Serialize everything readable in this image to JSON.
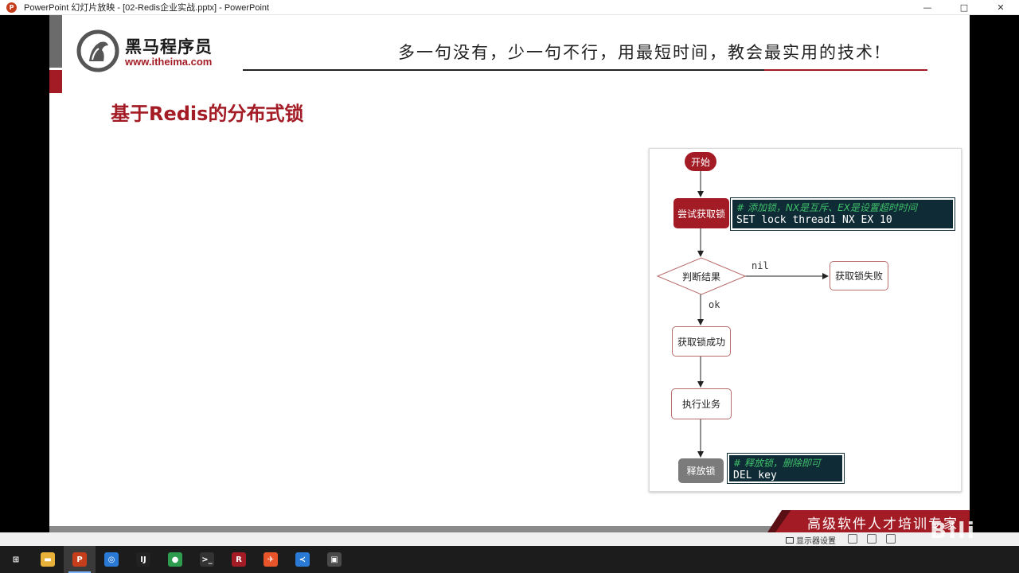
{
  "window": {
    "title": "PowerPoint 幻灯片放映 - [02-Redis企业实战.pptx] - PowerPoint",
    "app_icon_letter": "P",
    "controls": {
      "minimize": "—",
      "maximize": "□",
      "close": "✕"
    }
  },
  "header": {
    "brand_name": "黑马程序员",
    "brand_url": "www.itheima.com",
    "slogan": "多一句没有，少一句不行，用最短时间，教会最实用的技术!"
  },
  "slide": {
    "title": "基于Redis的分布式锁",
    "banner": "高级软件人才培训专家"
  },
  "flowchart": {
    "start": "开始",
    "try_lock": "尝试获取锁",
    "set_comment": "# 添加锁，NX是互斥、EX是设置超时时间",
    "set_command": "SET lock thread1 NX EX 10",
    "judge": "判断结果",
    "nil_label": "nil",
    "fail": "获取锁失败",
    "ok_label": "ok",
    "success": "获取锁成功",
    "execute": "执行业务",
    "release": "释放锁",
    "del_comment": "# 释放锁，删除即可",
    "del_command": "DEL key"
  },
  "statusbar": {
    "display_settings": "显示器设置"
  },
  "watermark": "Bili Bili",
  "taskbar": {
    "items": [
      {
        "name": "windows-start",
        "glyph": "⊞",
        "color": "#1c1c1c"
      },
      {
        "name": "file-explorer",
        "glyph": "▬",
        "color": "#e8b23a"
      },
      {
        "name": "powerpoint",
        "glyph": "P",
        "color": "#c43e1c"
      },
      {
        "name": "browser-alt",
        "glyph": "◎",
        "color": "#2a7ad5"
      },
      {
        "name": "intellij",
        "glyph": "IJ",
        "color": "#222222"
      },
      {
        "name": "chrome",
        "glyph": "●",
        "color": "#2e9c4e"
      },
      {
        "name": "terminal",
        "glyph": ">_",
        "color": "#333333"
      },
      {
        "name": "redis-app",
        "glyph": "R",
        "color": "#a31c25"
      },
      {
        "name": "postman",
        "glyph": "✈",
        "color": "#e8552a"
      },
      {
        "name": "vscode",
        "glyph": "≺",
        "color": "#2a7ad5"
      },
      {
        "name": "screen-tool",
        "glyph": "▣",
        "color": "#4a4a4a"
      }
    ]
  }
}
